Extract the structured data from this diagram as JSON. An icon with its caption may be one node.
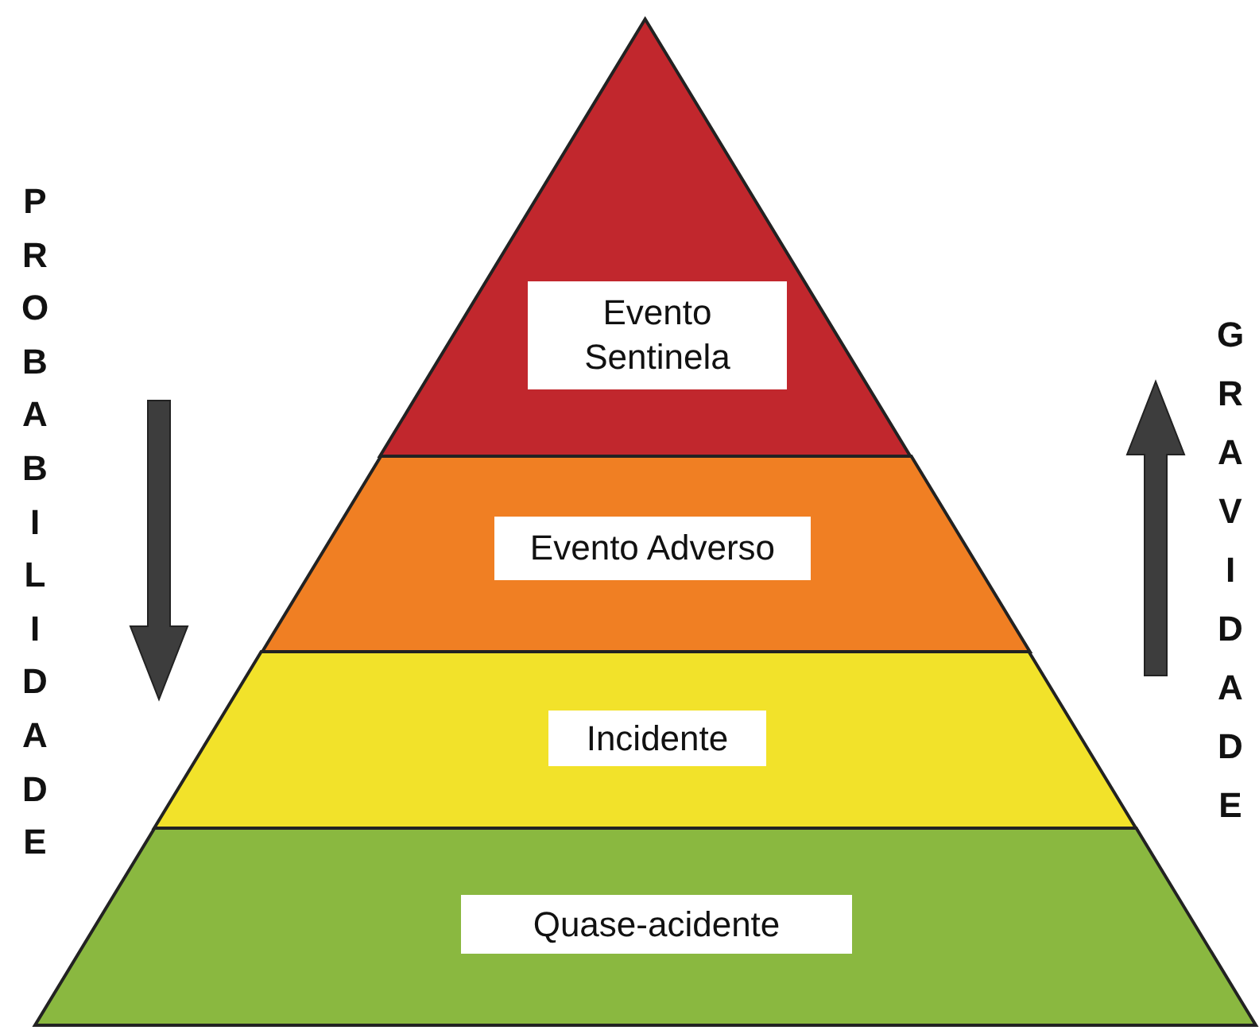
{
  "diagram": {
    "nodes": [
      {
        "text": [
          "Evento Sentinela"
        ]
      },
      {
        "text": [
          "Evento Adverso"
        ]
      },
      {
        "text": [
          "Incidente"
        ]
      },
      {
        "text": [
          "Quase-acidente"
        ]
      }
    ],
    "labels": [
      "PROBABILIDADE",
      "GRAVIDADE"
    ]
  }
}
